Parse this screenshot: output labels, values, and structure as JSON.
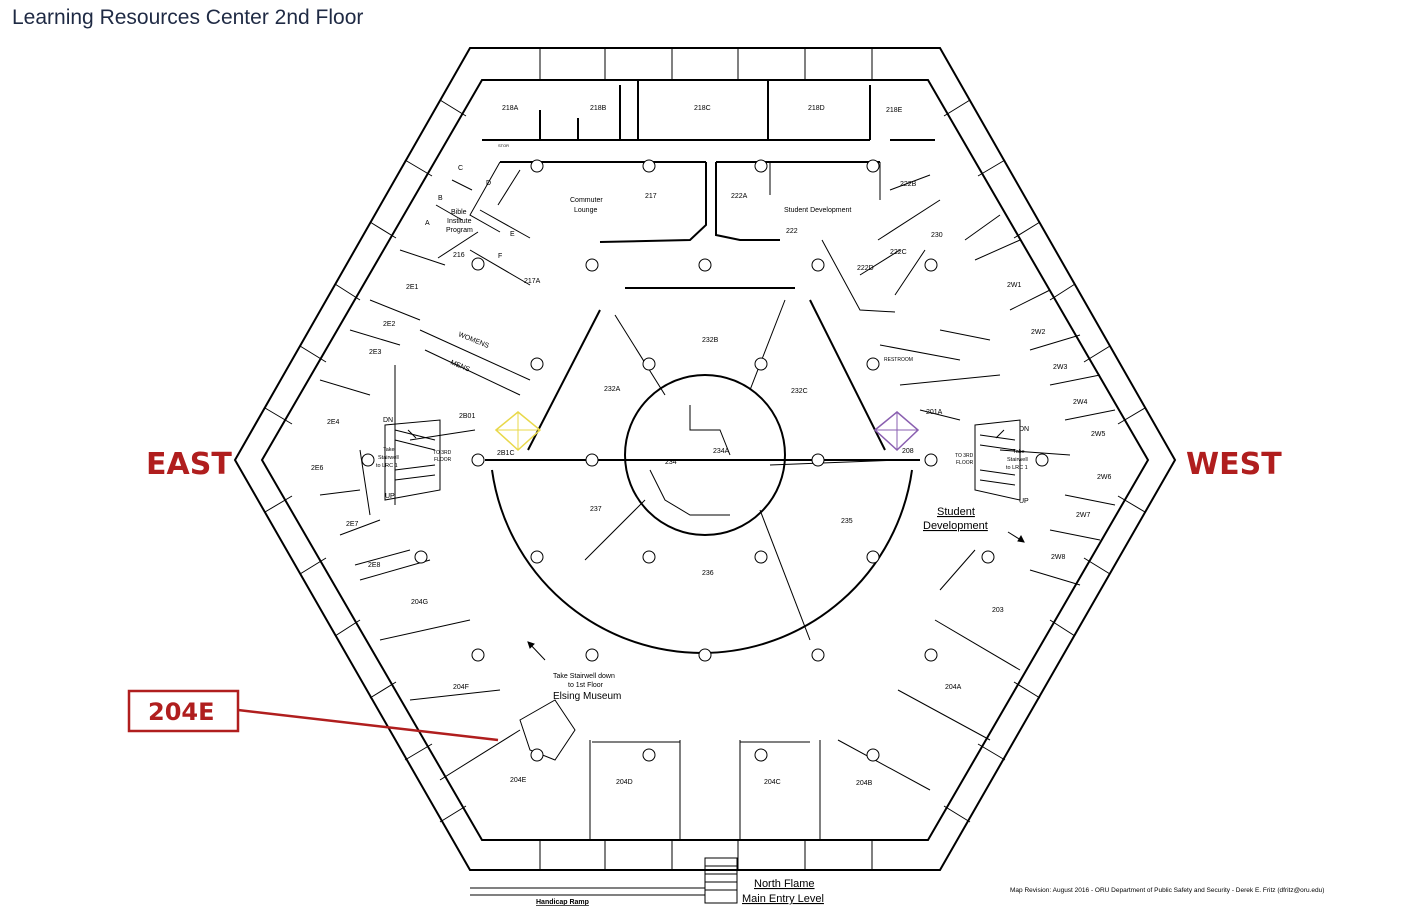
{
  "title": "Learning Resources Center 2nd Floor",
  "directions": {
    "east": "EAST",
    "west": "WEST"
  },
  "callout": {
    "label": "204E",
    "color": "#b01e1e"
  },
  "rooms": {
    "r218A": "218A",
    "r218B": "218B",
    "r218C": "218C",
    "r218D": "218D",
    "r218E": "218E",
    "c": "C",
    "d": "D",
    "b": "B",
    "a": "A",
    "e": "E",
    "f": "F",
    "r216": "216",
    "r217": "217",
    "r217A": "217A",
    "r222A": "222A",
    "r222": "222",
    "r222B": "222B",
    "r222C": "222C",
    "r222D": "222D",
    "r230": "230",
    "r2E1": "2E1",
    "r2E2": "2E2",
    "r2E3": "2E3",
    "r2E4": "2E4",
    "r2E6": "2E6",
    "r2E7": "2E7",
    "r2E8": "2E8",
    "r2B01": "2B01",
    "r2B1C": "2B1C",
    "r232A": "232A",
    "r232B": "232B",
    "r232C": "232C",
    "r234": "234",
    "r234A": "234A",
    "r237": "237",
    "r235": "235",
    "r236": "236",
    "r201A": "201A",
    "r208": "208",
    "r2W1": "2W1",
    "r2W2": "2W2",
    "r2W3": "2W3",
    "r2W4": "2W4",
    "r2W5": "2W5",
    "r2W6": "2W6",
    "r2W7": "2W7",
    "r2W8": "2W8",
    "r203": "203",
    "r204A": "204A",
    "r204B": "204B",
    "r204C": "204C",
    "r204D": "204D",
    "r204E": "204E",
    "r204F": "204F",
    "r204G": "204G"
  },
  "labels": {
    "commuter_1": "Commuter",
    "commuter_2": "Lounge",
    "bible_1": "Bible",
    "bible_2": "Institute",
    "bible_3": "Program",
    "student_dev_top": "Student Development",
    "womens": "WOMENS",
    "mens": "MENS",
    "restroom": "RESTROOM",
    "storage": "STOR",
    "dn": "DN",
    "up": "UP",
    "take_1": "Take",
    "take_2": "Stairwell",
    "take_3": "to LRC 1",
    "to3rd_1": "TO 3RD",
    "to3rd_2": "FLOOR",
    "student_dev_1": "Student",
    "student_dev_2": "Development",
    "museum_1": "Take Stairwell down",
    "museum_2": "to 1st Floor",
    "museum_3": "Elsing Museum",
    "north_flame_1": "North Flame",
    "north_flame_2": "Main Entry Level",
    "handicap": "Handicap Ramp",
    "revision": "Map Revision: August 2016 - ORU Department of Public Safety and Security - Derek E. Fritz (dfritz@oru.edu)"
  },
  "colors": {
    "elevator_east": "#e8d84a",
    "elevator_west": "#8a5fb0",
    "title": "#1f2a44"
  }
}
